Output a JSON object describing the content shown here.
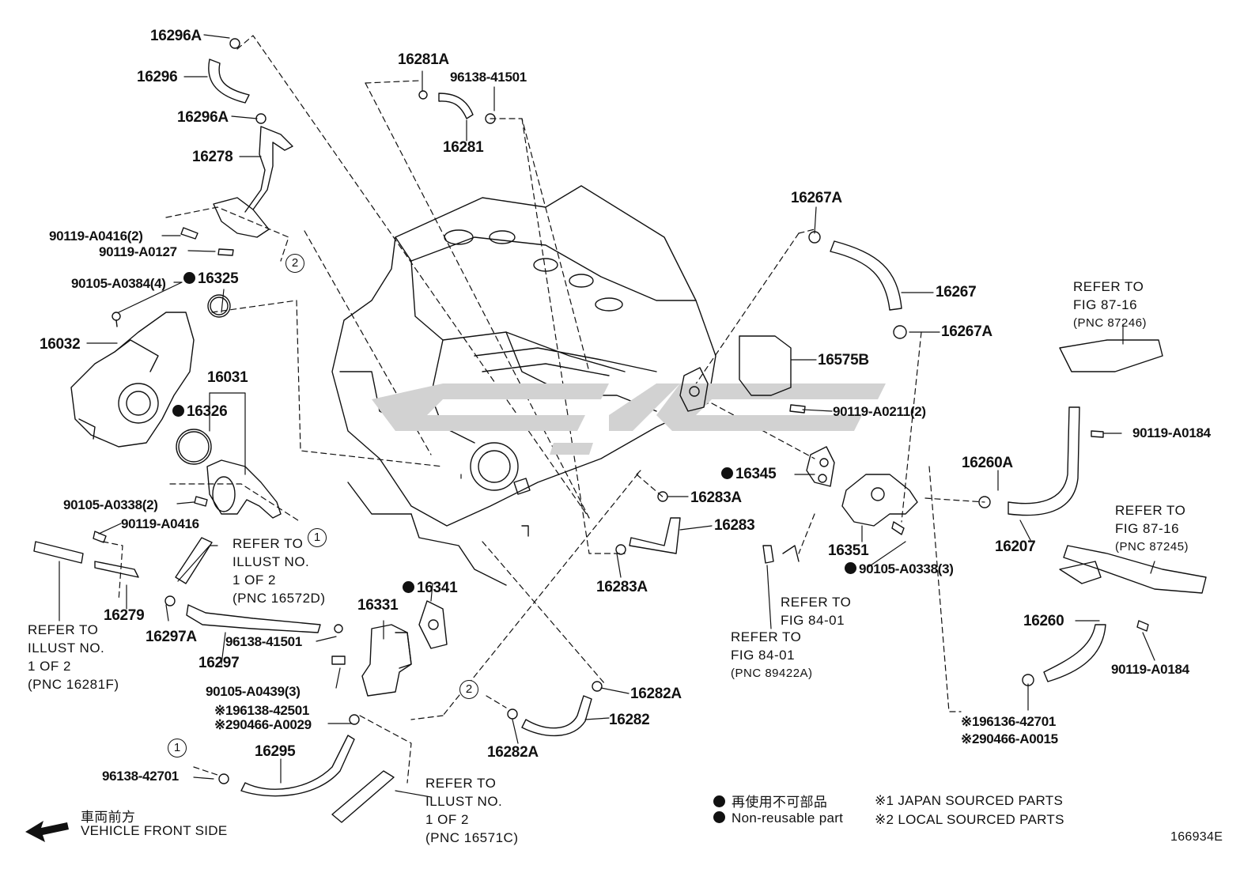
{
  "diagram_code": "166934E",
  "direction": {
    "jp": "車両前方",
    "en": "VEHICLE FRONT SIDE"
  },
  "legend": {
    "nonreusable_jp": "再使用不可部品",
    "nonreusable_en": "Non-reusable part",
    "note1": "※1 JAPAN SOURCED PARTS",
    "note2": "※2 LOCAL SOURCED PARTS"
  },
  "circle_refs": {
    "one": "1",
    "two": "2"
  },
  "parts": {
    "p16296A_top": "16296A",
    "p16296": "16296",
    "p16296A_mid": "16296A",
    "p16278": "16278",
    "p90119A0416_2": "90119-A0416(2)",
    "p90119A0127": "90119-A0127",
    "p90105A0384_4": "90105-A0384(4)",
    "p16325": "16325",
    "p16032": "16032",
    "p16031": "16031",
    "p16326": "16326",
    "p90105A0338_2": "90105-A0338(2)",
    "p90119A0416": "90119-A0416",
    "p16279": "16279",
    "p16297A": "16297A",
    "p16297": "16297",
    "p96138_41501_a": "96138-41501",
    "p16331": "16331",
    "p90105A0439_3": "90105-A0439(3)",
    "p196138_42501": "※196138-42501",
    "p290466_A0029": "※290466-A0029",
    "p16295": "16295",
    "p96138_42701": "96138-42701",
    "p16281A": "16281A",
    "p96138_41501_b": "96138-41501",
    "p16281": "16281",
    "p16341": "16341",
    "p16283A_a": "16283A",
    "p16283": "16283",
    "p16283A_b": "16283A",
    "p16282A_a": "16282A",
    "p16282": "16282",
    "p16282A_b": "16282A",
    "p16267A_a": "16267A",
    "p16267": "16267",
    "p16267A_b": "16267A",
    "p16575B": "16575B",
    "p90119A0211_2": "90119-A0211(2)",
    "p16345": "16345",
    "p16351": "16351",
    "p90105A0338_3": "90105-A0338(3)",
    "p16260A": "16260A",
    "p16207": "16207",
    "p90119A0184_a": "90119-A0184",
    "p16260": "16260",
    "p90119A0184_b": "90119-A0184",
    "p196136_42701": "※196136-42701",
    "p290466_A0015": "※290466-A0015"
  },
  "refs": {
    "ref_illust_16572D": [
      "REFER TO",
      "ILLUST NO.",
      "1 OF 2",
      "(PNC 16572D)"
    ],
    "ref_illust_16281F": [
      "REFER TO",
      "ILLUST NO.",
      "1 OF 2",
      "(PNC 16281F)"
    ],
    "ref_illust_16571C": [
      "REFER TO",
      "ILLUST NO.",
      "1 OF 2",
      "(PNC 16571C)"
    ],
    "ref_fig_87246": [
      "REFER TO",
      "FIG 87-16",
      "(PNC 87246)"
    ],
    "ref_fig_87245": [
      "REFER TO",
      "FIG 87-16",
      "(PNC 87245)"
    ],
    "ref_fig_84_01_a": [
      "REFER TO",
      "FIG 84-01"
    ],
    "ref_fig_84_01_b": [
      "REFER TO",
      "FIG 84-01",
      "(PNC 89422A)"
    ]
  }
}
